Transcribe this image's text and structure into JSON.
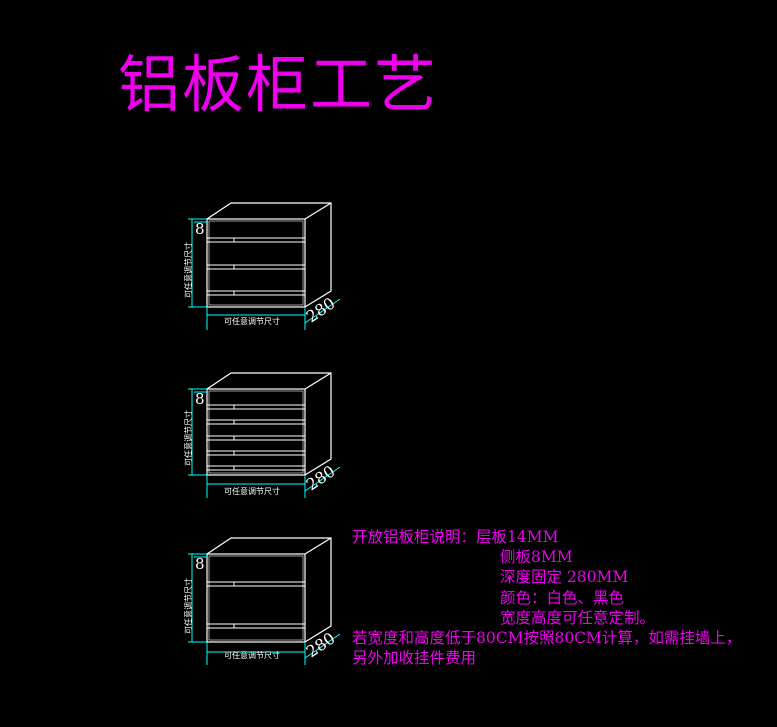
{
  "title": "铝板柜工艺",
  "cabinets": [
    {
      "top_dim": "8",
      "depth_dim": "280",
      "width_label": "可任意调节尺寸",
      "height_label": "可任意调节尺寸",
      "shelves": 3
    },
    {
      "top_dim": "8",
      "depth_dim": "280",
      "width_label": "可任意调节尺寸",
      "height_label": "可任意调节尺寸",
      "shelves": 5
    },
    {
      "top_dim": "8",
      "depth_dim": "280",
      "width_label": "可任意调节尺寸",
      "height_label": "可任意调节尺寸",
      "shelves": 2
    }
  ],
  "notes": {
    "line1_prefix": "开放铝板柜说明：",
    "line1_value": "层板14MM",
    "line2": "侧板8MM",
    "line3": "深度固定 280MM",
    "line4": "颜色：白色、黑色",
    "line5": "宽度高度可任意定制。",
    "line6": "若宽度和高度低于80CM按照80CM计算，如需挂墙上，",
    "line7": "另外加收挂件费用"
  },
  "colors": {
    "background": "#000000",
    "title": "#ee00ee",
    "lines": "#ffffff",
    "dimensions": "#00ffff",
    "notes": "#ee00ee"
  }
}
